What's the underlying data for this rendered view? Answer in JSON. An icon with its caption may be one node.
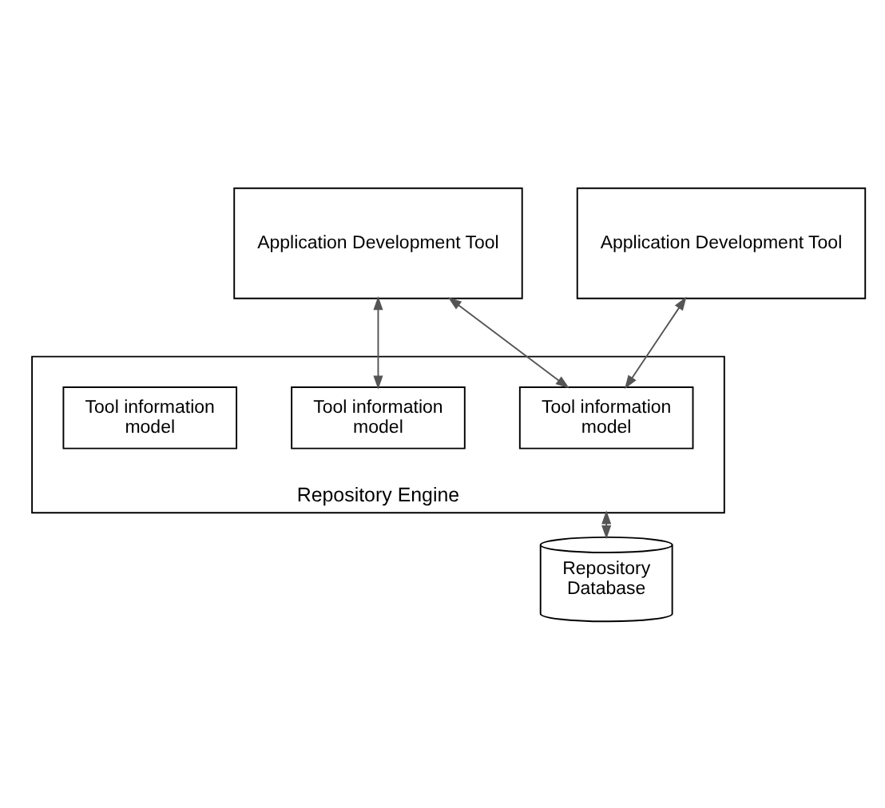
{
  "diagram": {
    "nodes": [
      {
        "text": [
          "Application Development Tool"
        ]
      },
      {
        "text": [
          "Application Development Tool"
        ]
      },
      {
        "text": [
          "Repository Engine"
        ]
      },
      {
        "text": [
          "Tool information model"
        ],
        "in": 2
      },
      {
        "text": [
          "Tool information model"
        ],
        "in": 2
      },
      {
        "text": [
          "Tool information model"
        ],
        "in": 2
      },
      {
        "text": [
          "Repository Database"
        ]
      }
    ],
    "edges": [
      {
        "from": 0,
        "to": 3,
        "arrow": "both"
      },
      {
        "from": 0,
        "to": 4,
        "arrow": "both"
      },
      {
        "from": 1,
        "to": 4,
        "arrow": "both"
      },
      {
        "from": 2,
        "to": 6,
        "arrow": "both"
      }
    ]
  }
}
